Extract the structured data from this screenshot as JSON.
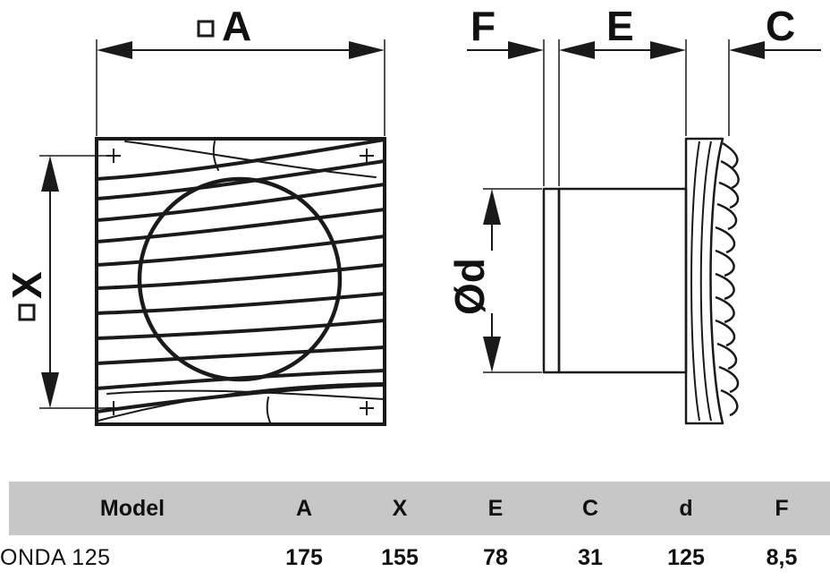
{
  "dimension_labels": {
    "A": "A",
    "X": "X",
    "F": "F",
    "E": "E",
    "C": "C",
    "d": "Ød"
  },
  "spec_table": {
    "headers": [
      "Model",
      "A",
      "X",
      "E",
      "C",
      "d",
      "F"
    ],
    "rows": [
      [
        "ONDA 125",
        "175",
        "155",
        "78",
        "31",
        "125",
        "8,5"
      ]
    ]
  }
}
